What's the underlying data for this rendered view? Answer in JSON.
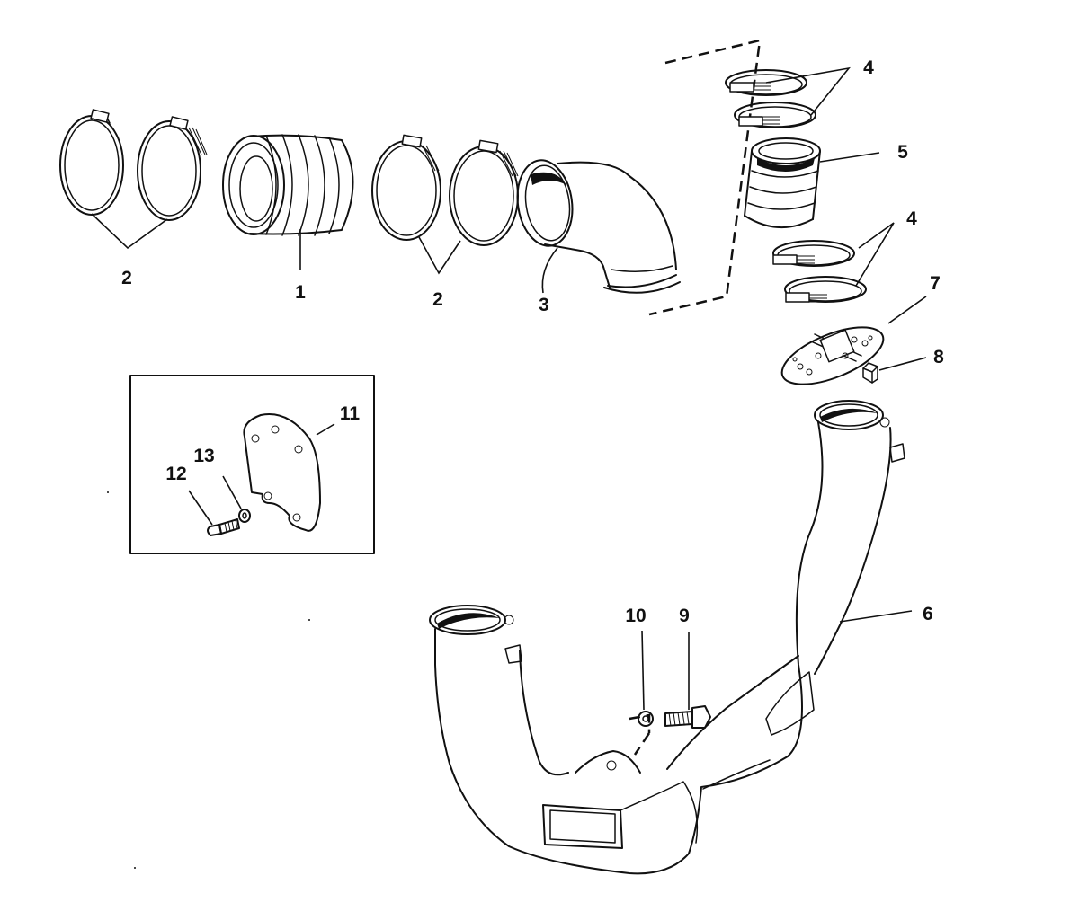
{
  "callouts": {
    "c1": "1",
    "c2a": "2",
    "c2b": "2",
    "c3": "3",
    "c4a": "4",
    "c4b": "4",
    "c5": "5",
    "c6": "6",
    "c7": "7",
    "c8": "8",
    "c9": "9",
    "c10": "10",
    "c11": "11",
    "c12": "12",
    "c13": "13"
  }
}
